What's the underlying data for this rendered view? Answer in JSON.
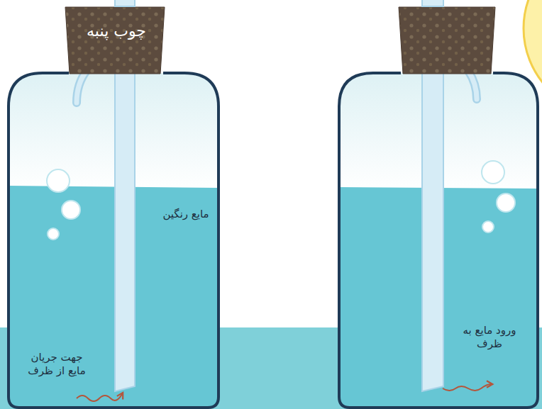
{
  "diagram": {
    "labels": [
      "چوب پنبه",
      "مایع رنگین",
      "جهت جریان مایع از ظرف",
      "ورود مایع به ظرف"
    ]
  }
}
